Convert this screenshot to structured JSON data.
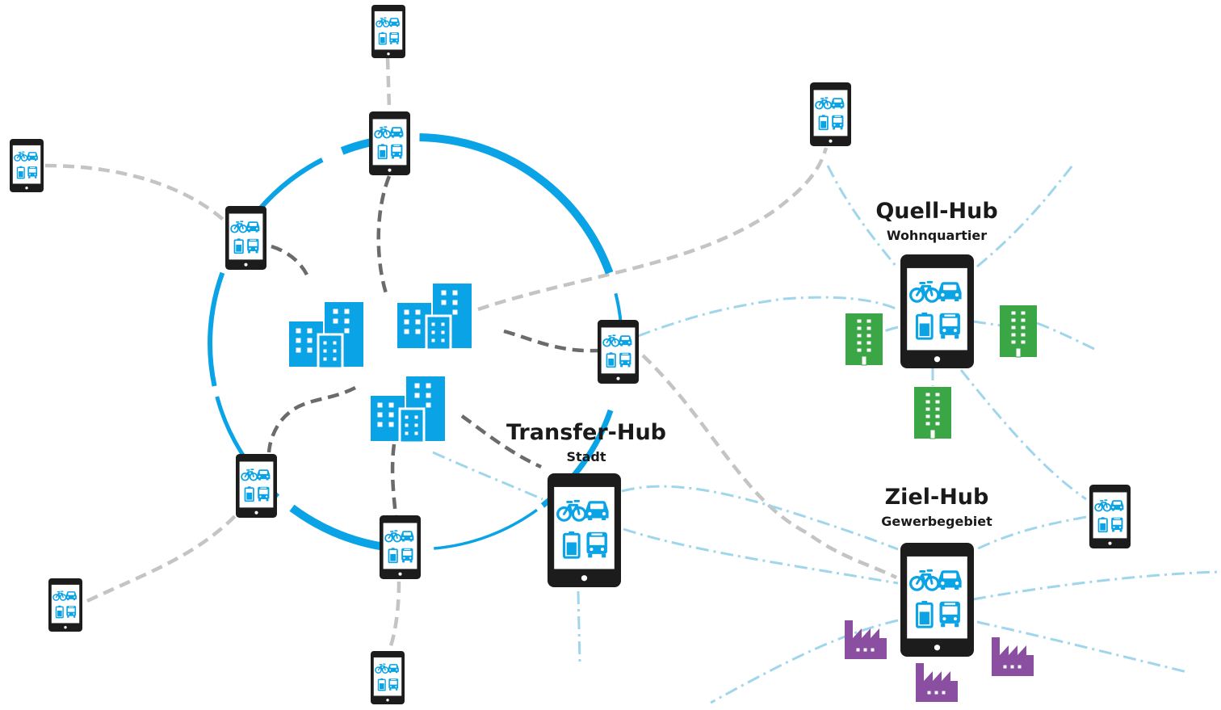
{
  "colors": {
    "city_blue": "#0aa3e6",
    "residential_green": "#3aa646",
    "industrial_purple": "#8a4fa0",
    "phone_body": "#1c1c1c",
    "connector_light_grey": "#c4c4c4",
    "connector_dark_grey": "#6b6b6b",
    "connector_light_blue": "#9fd6ec"
  },
  "icons": {
    "phone": "smartphone-icon",
    "mobility_options": [
      "bicycle-icon",
      "car-icon",
      "battery-icon",
      "bus-icon"
    ],
    "city_buildings": "office-buildings-icon",
    "residential": "apartment-building-icon",
    "industrial": "factory-icon"
  },
  "hubs": {
    "transfer": {
      "title": "Transfer-Hub",
      "subtitle": "Stadt"
    },
    "source": {
      "title": "Quell-Hub",
      "subtitle": "Wohnquartier"
    },
    "target": {
      "title": "Ziel-Hub",
      "subtitle": "Gewerbegebiet"
    }
  }
}
